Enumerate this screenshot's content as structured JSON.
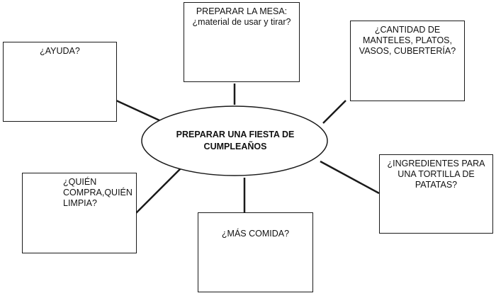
{
  "center": {
    "label": "PREPARAR UNA FIESTA DE\nCUMPLEAÑOS"
  },
  "nodes": [
    {
      "id": "mesa",
      "label": "PREPARAR LA MESA:\n¿material de usar y tirar?"
    },
    {
      "id": "cantidad",
      "label": "¿CANTIDAD DE\nMANTELES, PLATOS,\nVASOS, CUBERTERÍA?"
    },
    {
      "id": "ayuda",
      "label": "¿AYUDA?"
    },
    {
      "id": "ingredientes",
      "label": "¿INGREDIENTES PARA\nUNA TORTILLA DE\nPATATAS?"
    },
    {
      "id": "quien",
      "label": "¿QUIÉN\nCOMPRA,QUIÉN\nLIMPIA?"
    },
    {
      "id": "comida",
      "label": "¿MÁS COMIDA?"
    }
  ]
}
